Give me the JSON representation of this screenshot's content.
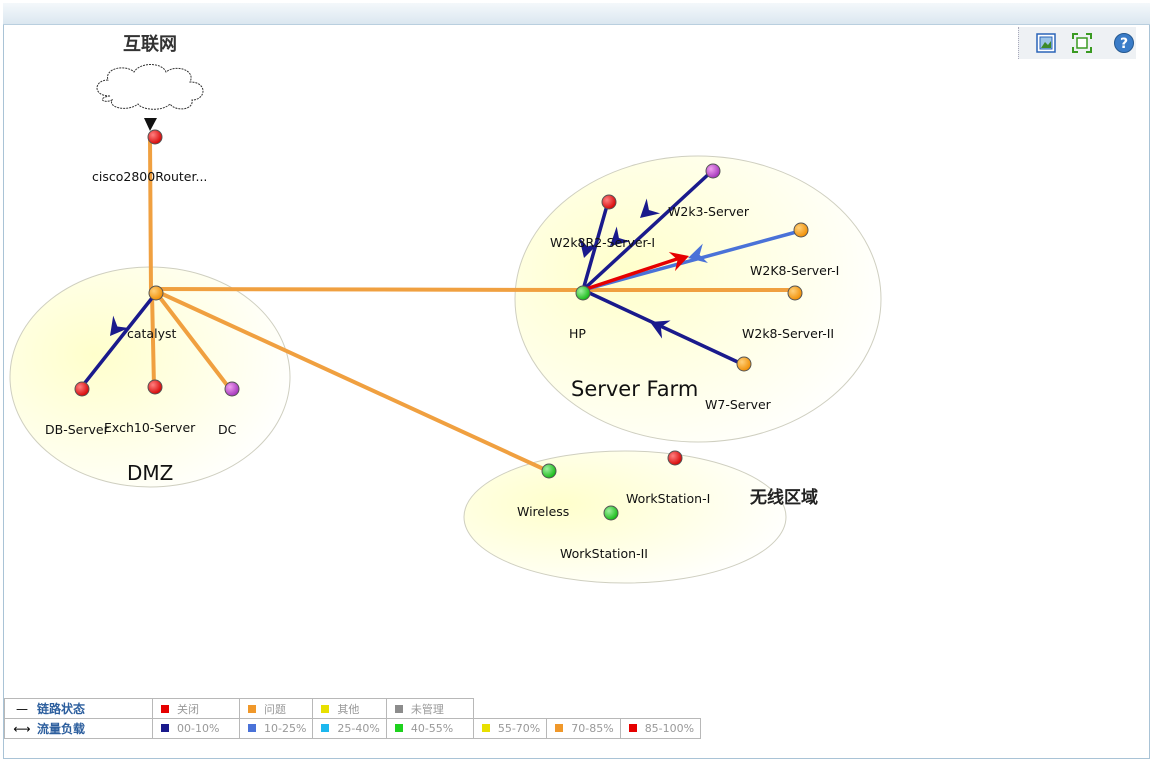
{
  "zones": {
    "internet": "互联网",
    "dmz": "DMZ",
    "server_farm": "Server Farm",
    "wireless_zone": "无线区域"
  },
  "nodes": {
    "router": "cisco2800Router...",
    "catalyst": "catalyst",
    "db_server": "DB-Server",
    "exch_server": "Exch10-Server",
    "dc": "DC",
    "hp": "HP",
    "w2k8r2": "W2k8R2-Server-I",
    "w2k3": "W2k3-Server",
    "w2k8_i": "W2K8-Server-I",
    "w2k8_ii": "W2k8-Server-II",
    "w7": "W7-Server",
    "wireless": "Wireless",
    "ws_i": "WorkStation-I",
    "ws_ii": "WorkStation-II"
  },
  "toolbar": {
    "export_icon": "image-export-icon",
    "fit_icon": "fit-to-screen-icon",
    "help_icon": "help-icon"
  },
  "legend": {
    "link_status": {
      "label": "链路状态",
      "items": [
        {
          "label": "关闭",
          "color": "#e60000"
        },
        {
          "label": "问题",
          "color": "#f0982a"
        },
        {
          "label": "其他",
          "color": "#e8e000"
        },
        {
          "label": "未管理",
          "color": "#8c8c8c"
        }
      ]
    },
    "traffic_load": {
      "label": "流量负载",
      "items": [
        {
          "label": "00-10%",
          "color": "#1a1a8c"
        },
        {
          "label": "10-25%",
          "color": "#4a72d8"
        },
        {
          "label": "25-40%",
          "color": "#1cb8ef"
        },
        {
          "label": "40-55%",
          "color": "#1ed21e"
        },
        {
          "label": "55-70%",
          "color": "#e8e000"
        },
        {
          "label": "70-85%",
          "color": "#f0982a"
        },
        {
          "label": "85-100%",
          "color": "#e60000"
        }
      ]
    }
  }
}
